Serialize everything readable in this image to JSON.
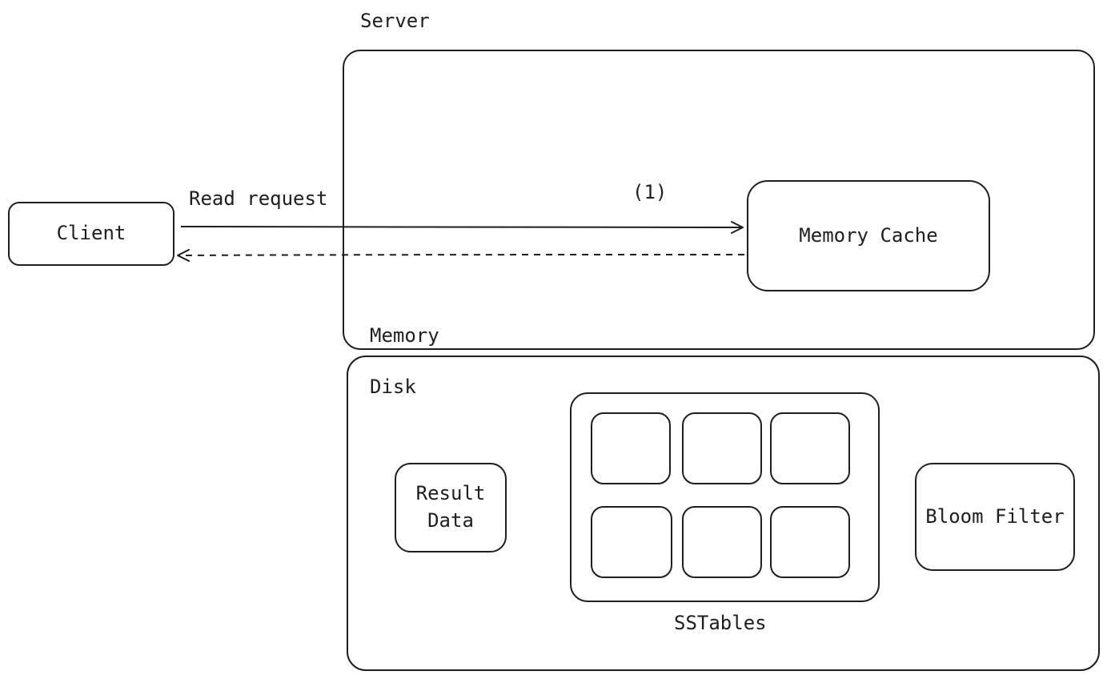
{
  "labels": {
    "server": "Server",
    "memory": "Memory",
    "disk": "Disk",
    "sstables": "SSTables",
    "read_request": "Read request",
    "step_1": "(1)"
  },
  "nodes": {
    "client": "Client",
    "memory_cache": "Memory Cache",
    "result_data": "Result\nData",
    "bloom_filter": "Bloom Filter"
  },
  "edges": [
    {
      "from": "client",
      "to": "memory_cache",
      "style": "solid",
      "label": "Read request"
    },
    {
      "from": "memory_cache",
      "to": "client",
      "style": "dashed"
    }
  ],
  "sstable_cells": 6,
  "colors": {
    "stroke": "#1e1e1e",
    "background": "#ffffff"
  }
}
